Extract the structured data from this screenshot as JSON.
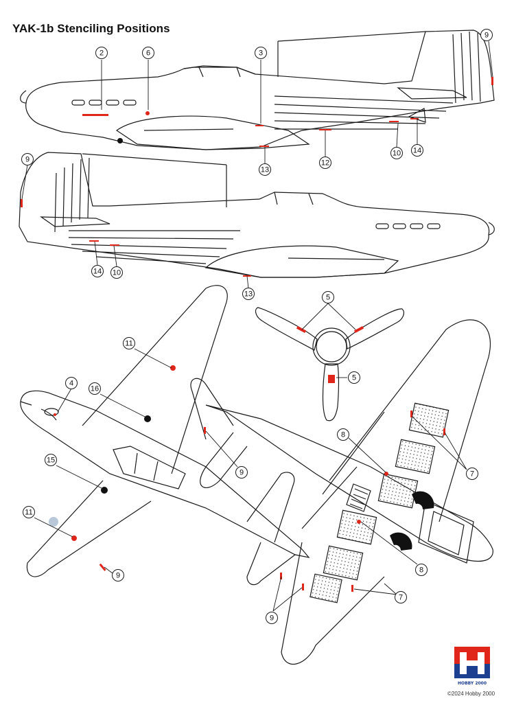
{
  "title": "YAK-1b Stenciling Positions",
  "copyright": "©2024 Hobby 2000",
  "logo": {
    "letter": "H",
    "word": "HOBBY 2000",
    "colors": {
      "top": "#e2231a",
      "bottom": "#1d3f8f"
    }
  },
  "colors": {
    "line": "#1a1a1a",
    "stencil": "#e0261b",
    "background": "#ffffff"
  },
  "callouts": [
    "2",
    "6",
    "3",
    "9",
    "10",
    "14",
    "12",
    "13",
    "9",
    "14",
    "10",
    "13",
    "5",
    "5",
    "11",
    "16",
    "4",
    "15",
    "11",
    "9",
    "8",
    "7",
    "9",
    "8",
    "9",
    "7"
  ]
}
